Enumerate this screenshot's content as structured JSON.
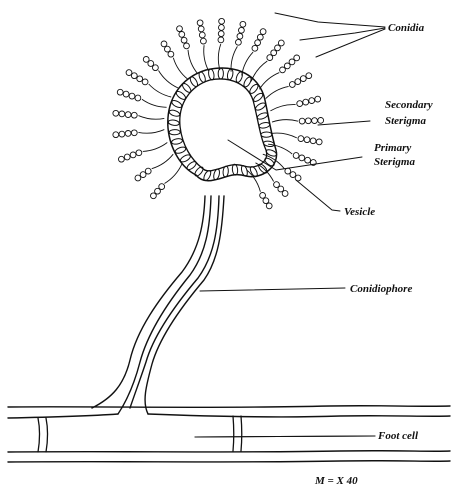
{
  "diagram": {
    "labels": {
      "conidia": "Conidia",
      "secondary_sterigma_1": "Secondary",
      "secondary_sterigma_2": "Sterigma",
      "primary_sterigma_1": "Primary",
      "primary_sterigma_2": "Sterigma",
      "vesicle": "Vesicle",
      "conidiophore": "Conidiophore",
      "foot_cell": "Foot cell",
      "magnification": "M  =  X 40"
    },
    "ink_color": "#111111",
    "background_color": "#ffffff"
  }
}
